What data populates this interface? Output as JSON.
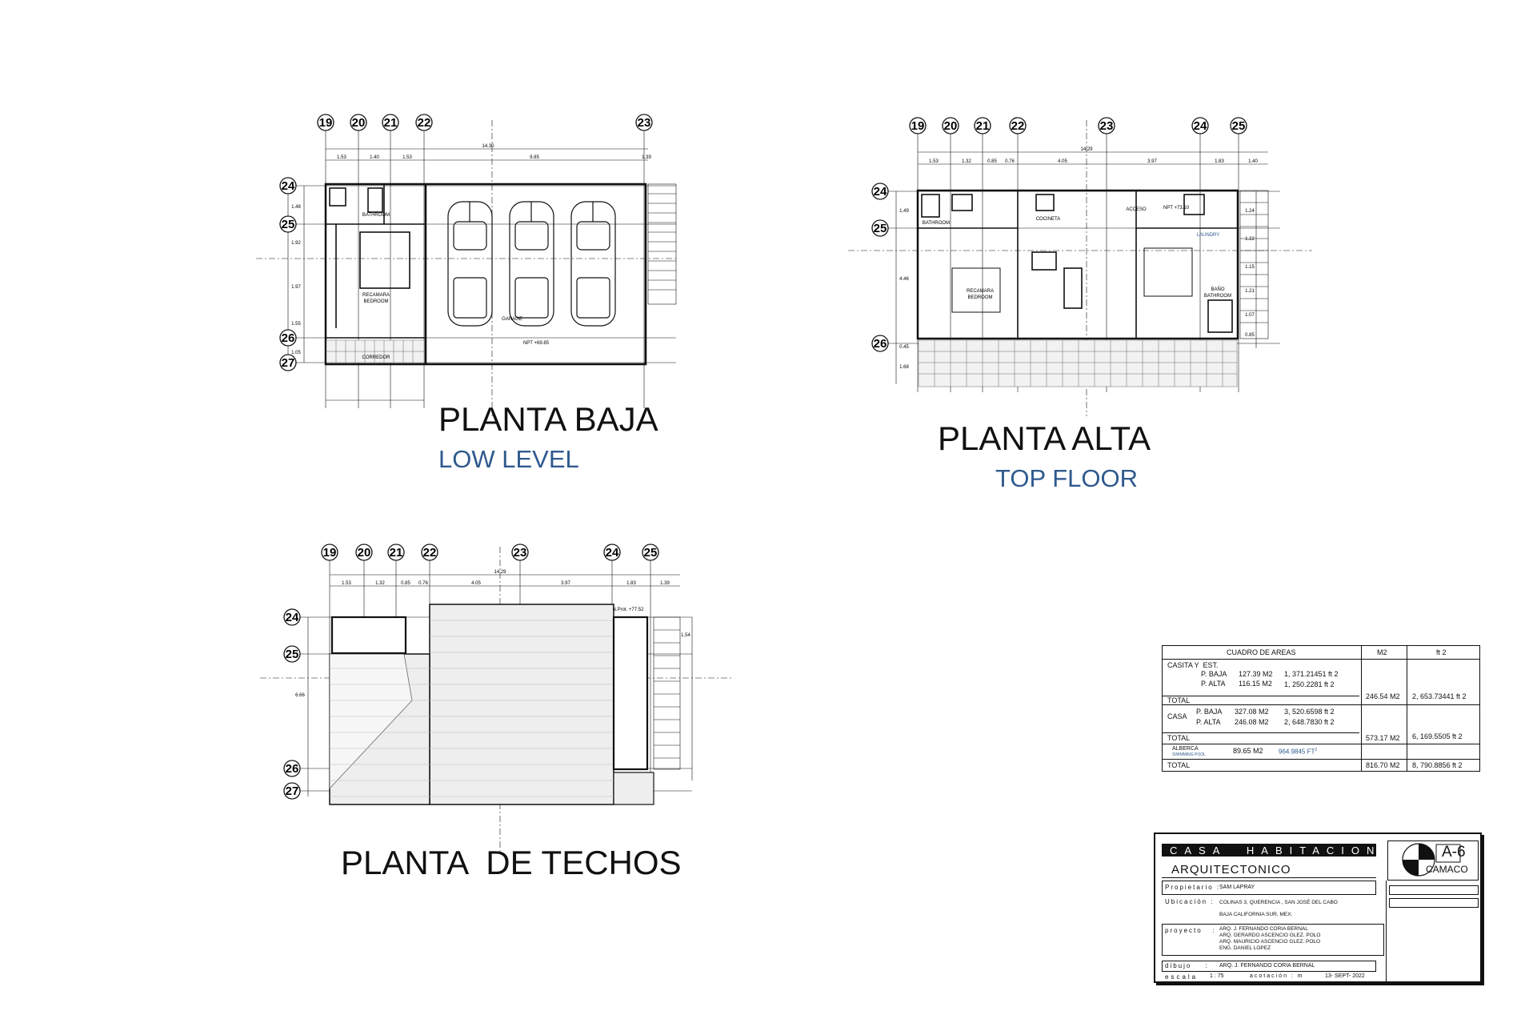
{
  "plans": {
    "low": {
      "title": "PLANTA BAJA",
      "subtitle": "LOW LEVEL",
      "axes_x": [
        "19",
        "20",
        "21",
        "22",
        "23"
      ],
      "axes_y": [
        "24",
        "25",
        "26",
        "27"
      ],
      "dims_top": [
        "1.53",
        "1.40",
        "1.53",
        "9.85",
        "1.39"
      ],
      "overall": "14.30",
      "dims_left": [
        "1.48",
        "1.92",
        "1.97",
        "1.55",
        "1.05"
      ],
      "rooms": [
        "BATHROOM",
        "RECAMARA",
        "BEDROOM",
        "GARAGE",
        "CORREDOR"
      ],
      "level": "NPT +69.85"
    },
    "top": {
      "title": "PLANTA ALTA",
      "subtitle": "TOP FLOOR",
      "axes_x": [
        "19",
        "20",
        "21",
        "22",
        "23",
        "24",
        "25"
      ],
      "axes_y": [
        "24",
        "25",
        "26"
      ],
      "dims_top": [
        "1.53",
        "1.32",
        "0.85",
        "0.76",
        "4.05",
        "3.97",
        "1.83",
        "1.40"
      ],
      "overall": "14.29",
      "dims_left": [
        "1.49",
        "4.46",
        "0.45",
        "1.68"
      ],
      "dims_right": [
        "1.24",
        "1.22",
        "1.15",
        "1.21",
        "1.07",
        "0.85"
      ],
      "rooms": [
        "BATHROOM",
        "COCINETA",
        "ACCESO",
        "LAUNDRY",
        "RECAMARA",
        "BEDROOM",
        "BAÑO",
        "BATHROOM"
      ],
      "level": "NPT +73.10"
    },
    "roof": {
      "title": "PLANTA  DE TECHOS",
      "axes_x": [
        "19",
        "20",
        "21",
        "22",
        "23",
        "24",
        "25"
      ],
      "axes_y": [
        "24",
        "25",
        "26",
        "27"
      ],
      "dims_top": [
        "1.53",
        "1.32",
        "0.85",
        "0.76",
        "4.05",
        "3.97",
        "1.83",
        "1.39"
      ],
      "overall": "14.29",
      "dims_left": [
        "6.66"
      ],
      "dims_right": [
        "1.54"
      ],
      "level": "N.Prot. +77.52"
    }
  },
  "area_table": {
    "header": "CUADRO DE AREAS",
    "col_m2": "M2",
    "col_ft2": "ft 2",
    "casita_label": "CASITA Y  EST.",
    "casita_rows": [
      {
        "name": "P. BAJA",
        "m2": "127.39 M2",
        "ft2": "1, 371.21451 ft 2"
      },
      {
        "name": "P. ALTA",
        "m2": "116.15 M2",
        "ft2": "1, 250.2281 ft 2"
      }
    ],
    "casita_total_label": "TOTAL",
    "casita_total_m2": "246.54 M2",
    "casita_total_ft2": "2, 653.73441 ft 2",
    "casa_label": "CASA",
    "casa_rows": [
      {
        "name": "P. BAJA",
        "m2": "327.08 M2",
        "ft2": "3, 520.6598 ft 2"
      },
      {
        "name": "P. ALTA",
        "m2": "246.08 M2",
        "ft2": "2, 648.7830 ft 2"
      }
    ],
    "casa_total_label": "TOTAL",
    "casa_total_m2": "573.17 M2",
    "casa_total_ft2": "6, 169.5505 ft 2",
    "pool_label": "ALBERCA",
    "pool_sublabel": "SWIMMING POOL",
    "pool_m2": "89.65 M2",
    "pool_ft2": "964.9845 FT",
    "pool_ft2_sup": "2",
    "grand_total_label": "TOTAL",
    "grand_total_m2": "816.70 M2",
    "grand_total_ft2": "8, 790.8856 ft 2"
  },
  "title_block": {
    "project_type": "CASA  HABITACION",
    "discipline": "ARQUITECTONICO",
    "sheet": "A-6",
    "logo_text": "CAMACO",
    "owner_label": "Propietario :",
    "owner": "SAM LAPRAY",
    "location_label": "Ubicación :",
    "location_1": "COLINAS 3, QUERENCIA , SAN JOSÉ DEL CABO",
    "location_2": "BAJA CALIFORNIA SUR, MEX.",
    "project_label": "proyecto   :",
    "team": [
      "ARQ. J. FERNANDO CORIA BERNAL",
      "ARQ. GERARDO ASCENCIO GLEZ. POLO",
      "ARQ. MAURICIO ASCENCIO GLEZ. POLO",
      "ENG. DANIEL LOPEZ"
    ],
    "drawing_label": "dibujo    :",
    "drawn_by": "ARQ. J. FERNANDO CORIA BERNAL",
    "scale_label": "escala",
    "scale": "1 : 75",
    "units_label": "acotación : m",
    "date": "13- SEPT- 2022"
  },
  "colors": {
    "ink": "#111111",
    "subtitle": "#2f5a8e",
    "hatch": "#888888"
  }
}
